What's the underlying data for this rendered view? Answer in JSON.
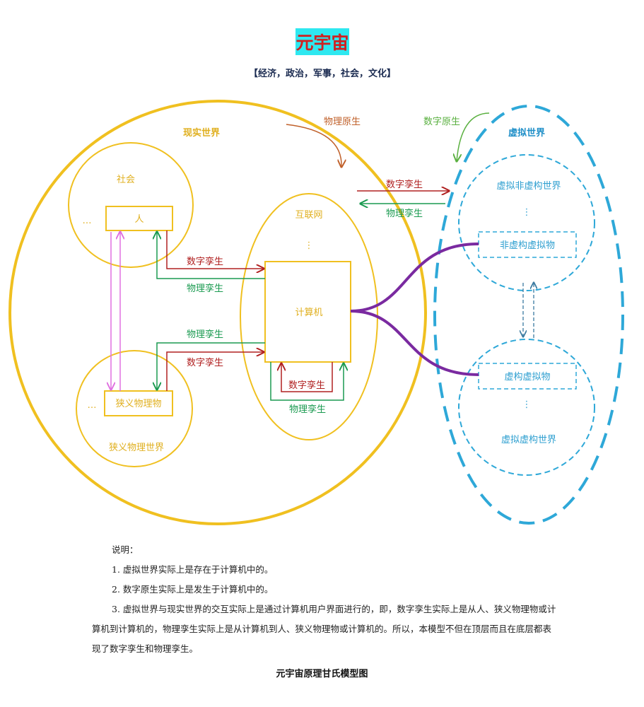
{
  "title": "元宇宙",
  "subtitle": "【经济，政治，军事，社会，文化】",
  "colors": {
    "title_bg": "#2ee8f0",
    "title_text": "#d02020",
    "real": "#f0c020",
    "virtual": "#2ea8d8",
    "digital_twin": "#b02020",
    "physical_twin": "#1a9a50",
    "link": "#7a2aa0",
    "pink": "#e070e0"
  },
  "real_world": {
    "label": "现实世界",
    "society": {
      "label": "社会",
      "ellipsis": "…",
      "person": "人"
    },
    "physical": {
      "label": "狭义物理世界",
      "ellipsis": "…",
      "object": "狭义物理物"
    },
    "internet": {
      "label": "互联网",
      "ellipsis": "⋮",
      "computer": "计算机"
    }
  },
  "virtual_world": {
    "label": "虚拟世界",
    "nonfiction": {
      "label": "虚拟非虚构世界",
      "ellipsis": "⋮",
      "object": "非虚构虚拟物"
    },
    "fiction": {
      "label": "虚拟虚构世界",
      "ellipsis": "⋮",
      "object": "虚构虚拟物"
    }
  },
  "arrows": {
    "physical_native": "物理原生",
    "digital_native": "数字原生",
    "top_digital_twin": "数字孪生",
    "top_physical_twin": "物理孪生",
    "person_digital_twin": "数字孪生",
    "person_physical_twin": "物理孪生",
    "object_physical_twin": "物理孪生",
    "object_digital_twin": "数字孪生",
    "computer_digital_twin": "数字孪生",
    "computer_physical_twin": "物理孪生"
  },
  "notes": {
    "heading": "说明：",
    "items": [
      "1. 虚拟世界实际上是存在于计算机中的。",
      "2. 数字原生实际上是发生于计算机中的。",
      "3. 虚拟世界与现实世界的交互实际上是通过计算机用户界面进行的，即，数字孪生实际上是从人、狭义物理物或计算机到计算机的，物理孪生实际上是从计算机到人、狭义物理物或计算机的。所以，本模型不但在顶层而且在底层都表现了数字孪生和物理孪生。"
    ]
  },
  "caption": "元宇宙原理甘氏模型图"
}
